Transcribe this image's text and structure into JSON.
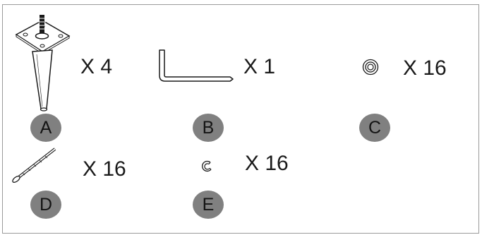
{
  "parts": [
    {
      "letter": "A",
      "quantity": "X 4",
      "icon": "furniture-leg-with-mounting-plate"
    },
    {
      "letter": "B",
      "quantity": "X 1",
      "icon": "allen-key"
    },
    {
      "letter": "C",
      "quantity": "X 16",
      "icon": "washer"
    },
    {
      "letter": "D",
      "quantity": "X 16",
      "icon": "screw"
    },
    {
      "letter": "E",
      "quantity": "X 16",
      "icon": "spring-washer"
    }
  ],
  "colors": {
    "badge": "#808080",
    "line": "#1a1a1a",
    "frame": "#9a9a9a"
  }
}
